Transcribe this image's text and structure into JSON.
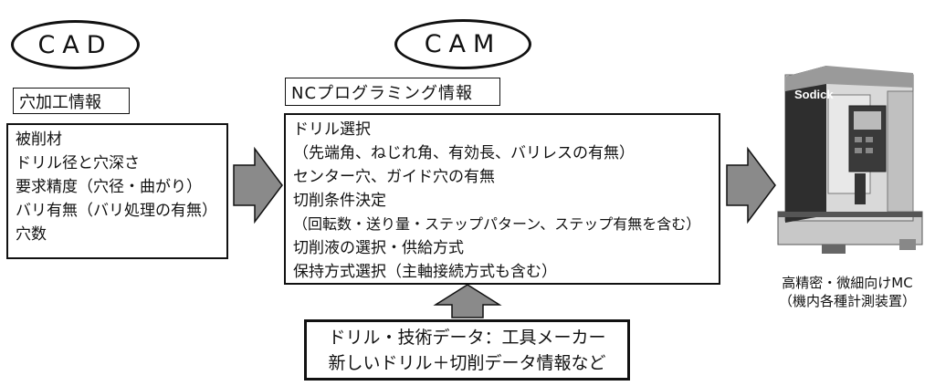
{
  "cad": {
    "oval_label": "CAD",
    "section_label": "穴加工情報",
    "items": [
      "被削材",
      "ドリル径と穴深さ",
      "要求精度（穴径・曲がり）",
      "バリ有無（バリ処理の有無）",
      "穴数"
    ]
  },
  "cam": {
    "oval_label": "CAM",
    "section_label": "NCプログラミング情報",
    "items": [
      "ドリル選択",
      "（先端角、ねじれ角、有効長、バリレスの有無）",
      "センター穴、ガイド穴の有無",
      "切削条件決定",
      "（回転数・送り量・ステップパターン、ステップ有無を含む）",
      "切削液の選択・供給方式",
      "保持方式選択（主軸接続方式も含む）"
    ]
  },
  "tools": {
    "lines": [
      "ドリル・技術データ：工具メーカー",
      "新しいドリル＋切削データ情報など"
    ]
  },
  "machine": {
    "brand": "Sodick",
    "caption_lines": [
      "高精密・微細向けMC",
      "（機内各種計測装置）"
    ]
  },
  "colors": {
    "arrow_fill": "#8a8a8a",
    "stroke": "#111111"
  }
}
